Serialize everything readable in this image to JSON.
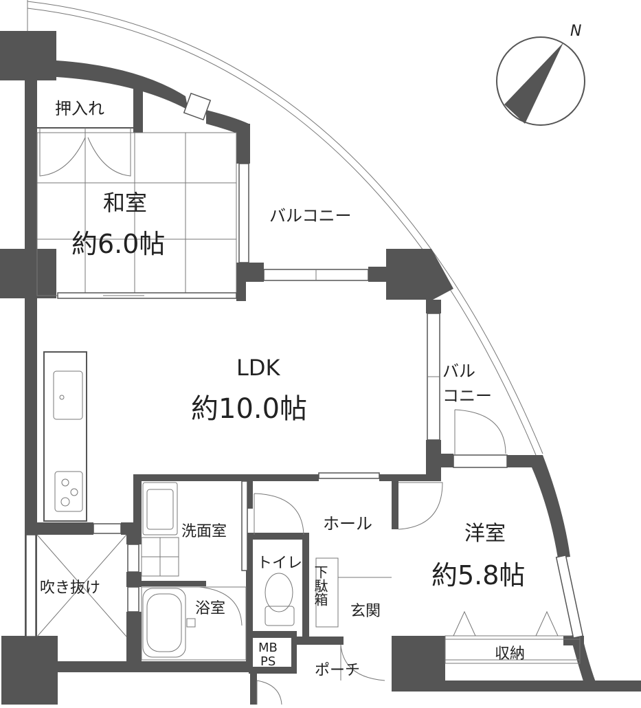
{
  "rooms": {
    "washitsu": {
      "name": "和室",
      "size": "約6.0帖"
    },
    "ldk": {
      "name": "LDK",
      "size": "約10.0帖"
    },
    "yoshitsu": {
      "name": "洋室",
      "size": "約5.8帖"
    }
  },
  "labels": {
    "oshiire": "押入れ",
    "balcony": "バルコニー",
    "balcony_small_1": "バル",
    "balcony_small_2": "コニー",
    "senmen": "洗面室",
    "hall": "ホール",
    "toilet": "トイレ",
    "geta": "下駄箱",
    "fukinuke": "吹き抜け",
    "yokushitsu": "浴室",
    "genkan": "玄関",
    "shuno": "収納",
    "mbps_1": "MB",
    "mbps_2": "PS",
    "porch": "ポーチ"
  },
  "compass": {
    "letter": "N"
  }
}
